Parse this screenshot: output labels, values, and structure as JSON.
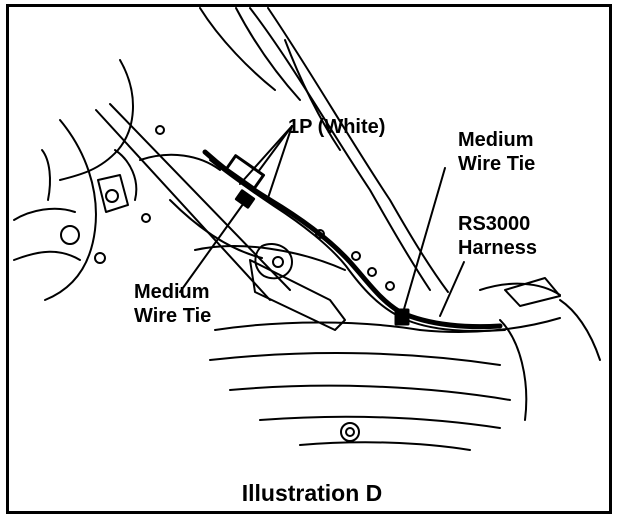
{
  "labels": {
    "connector": "1P (White)",
    "wire_tie_right": [
      "Medium",
      "Wire Tie"
    ],
    "harness": [
      "RS3000",
      "Harness"
    ],
    "wire_tie_left": [
      "Medium",
      "Wire Tie"
    ]
  },
  "caption": "Illustration D"
}
